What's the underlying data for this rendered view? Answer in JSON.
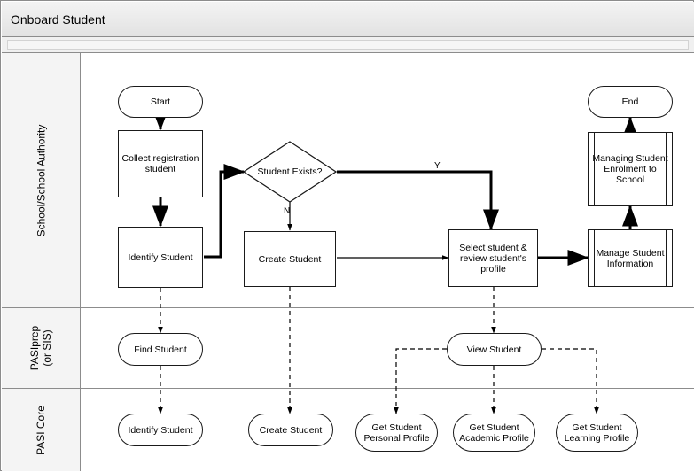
{
  "window": {
    "title": "Onboard Student"
  },
  "lanes": [
    {
      "id": "school",
      "label": "School/School Authority"
    },
    {
      "id": "pasiprep",
      "label": "PASIprep\n(or SIS)"
    },
    {
      "id": "pasicore",
      "label": "PASI Core"
    }
  ],
  "nodes": {
    "start": "Start",
    "collect_registration": "Collect registration student",
    "identify_student_school": "Identify Student",
    "student_exists": "Student Exists?",
    "create_student_school": "Create Student",
    "select_student": "Select student & review student's profile",
    "manage_student_information": "Manage Student Information",
    "managing_student_enrolment": "Managing Student Enrolment to School",
    "end": "End",
    "find_student": "Find Student",
    "view_student": "View Student",
    "identify_student_core": "Identify Student",
    "create_student_core": "Create Student",
    "get_personal_profile": "Get Student Personal Profile",
    "get_academic_profile": "Get Student Academic Profile",
    "get_learning_profile": "Get Student Learning Profile"
  },
  "edge_labels": {
    "yes": "Y",
    "no": "N"
  },
  "colors": {
    "border": "#8c8c8c",
    "shape_border": "#1a1a1a",
    "lane_header_bg": "#f4f4f4",
    "title_bg": "#eaeaea",
    "canvas_bg": "#ffffff"
  }
}
